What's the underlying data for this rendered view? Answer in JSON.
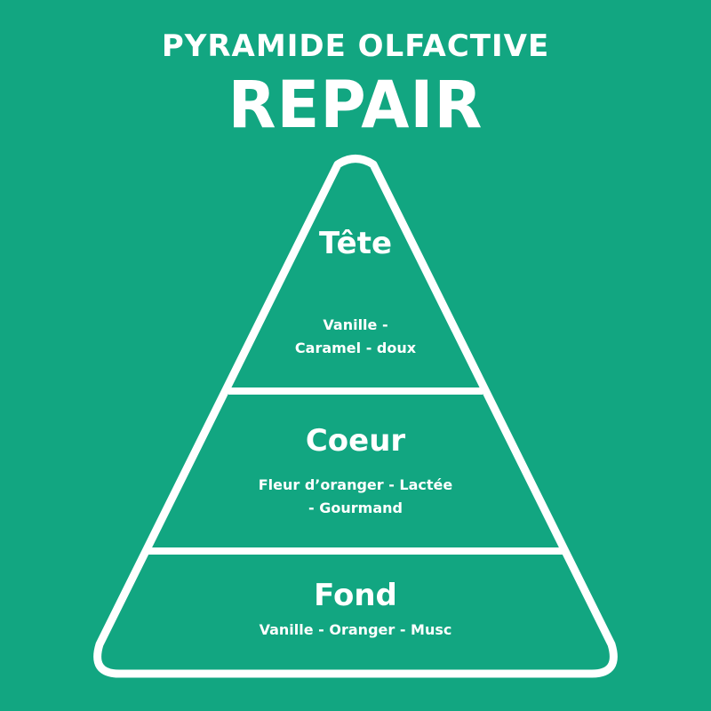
{
  "header": {
    "subtitle": "PYRAMIDE OLFACTIVE",
    "title": "REPAIR"
  },
  "pyramid": {
    "tiers": [
      {
        "name": "Tête",
        "notes_line1": "Vanille -",
        "notes_line2": "Caramel - doux"
      },
      {
        "name": "Coeur",
        "notes_line1": "Fleur d’oranger - Lactée",
        "notes_line2": "- Gourmand"
      },
      {
        "name": "Fond",
        "notes_line1": "Vanille - Oranger - Musc",
        "notes_line2": ""
      }
    ]
  },
  "colors": {
    "background": "#12a681",
    "foreground": "#ffffff"
  }
}
